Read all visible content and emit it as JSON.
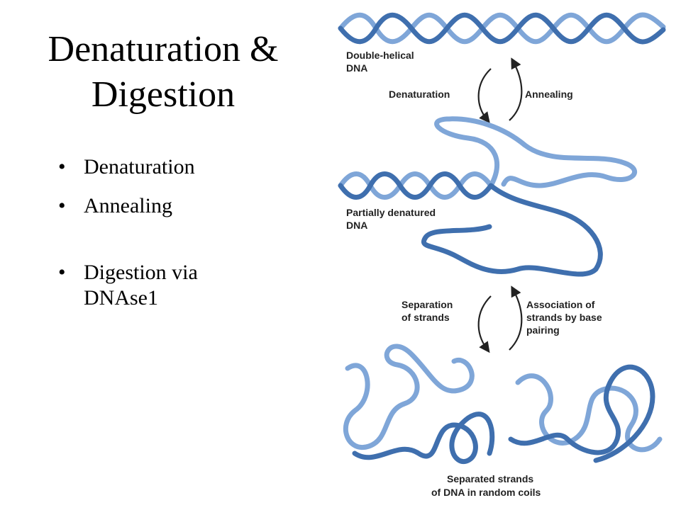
{
  "slide": {
    "title_line1": "Denaturation &",
    "title_line2": "Digestion",
    "bullets": [
      "Denaturation",
      "Annealing",
      "Digestion via DNAse1"
    ],
    "bullet_glyph": "•"
  },
  "figure": {
    "label_double_helical_1": "Double-helical",
    "label_double_helical_2": "DNA",
    "label_denaturation": "Denaturation",
    "label_annealing": "Annealing",
    "label_partial_1": "Partially denatured",
    "label_partial_2": "DNA",
    "label_separation_1": "Separation",
    "label_separation_2": "of strands",
    "label_association_1": "Association of",
    "label_association_2": "strands by base",
    "label_association_3": "pairing",
    "label_separated_1": "Separated strands",
    "label_separated_2": "of DNA in random coils",
    "strand_color": "#7fa6d8",
    "strand_dark": "#3f6fae"
  }
}
